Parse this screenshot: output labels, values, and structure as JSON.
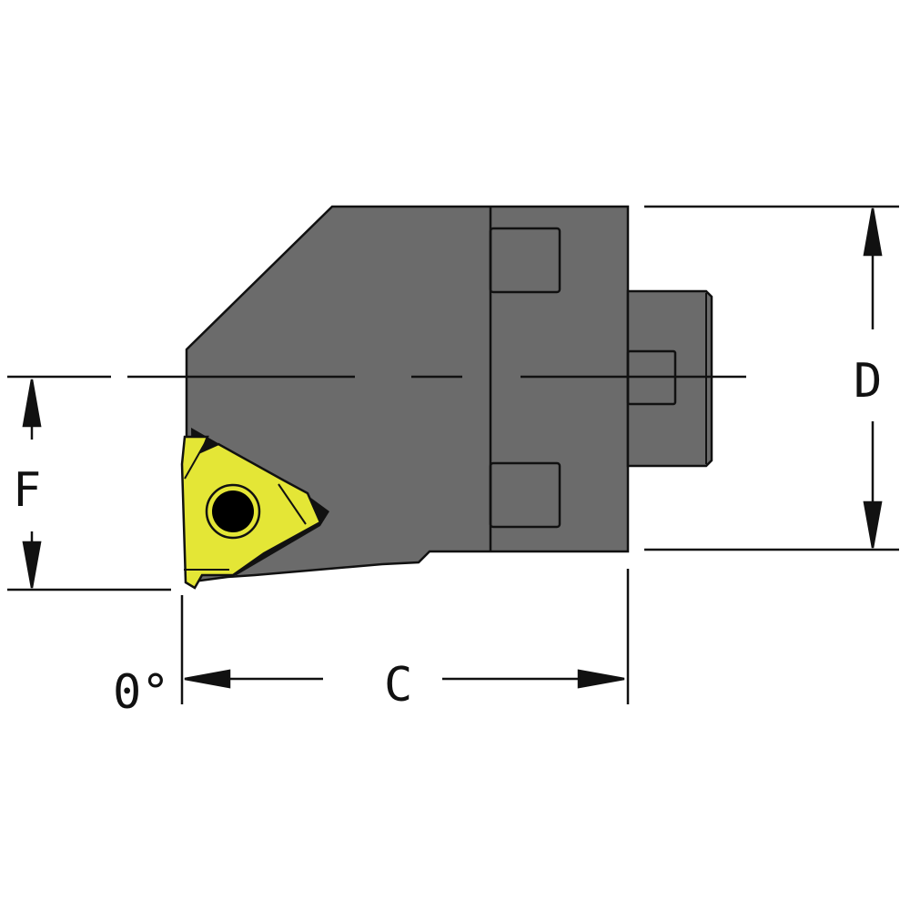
{
  "diagram": {
    "subject": "indexable threading tool holder with triangular insert",
    "colors": {
      "body": "#6b6b6b",
      "insert": "#e4e636",
      "outline": "#111111",
      "background": "#ffffff"
    },
    "dimensions": {
      "height_label": "D",
      "offset_label": "F",
      "length_label": "C",
      "angle_label": "0°"
    }
  }
}
